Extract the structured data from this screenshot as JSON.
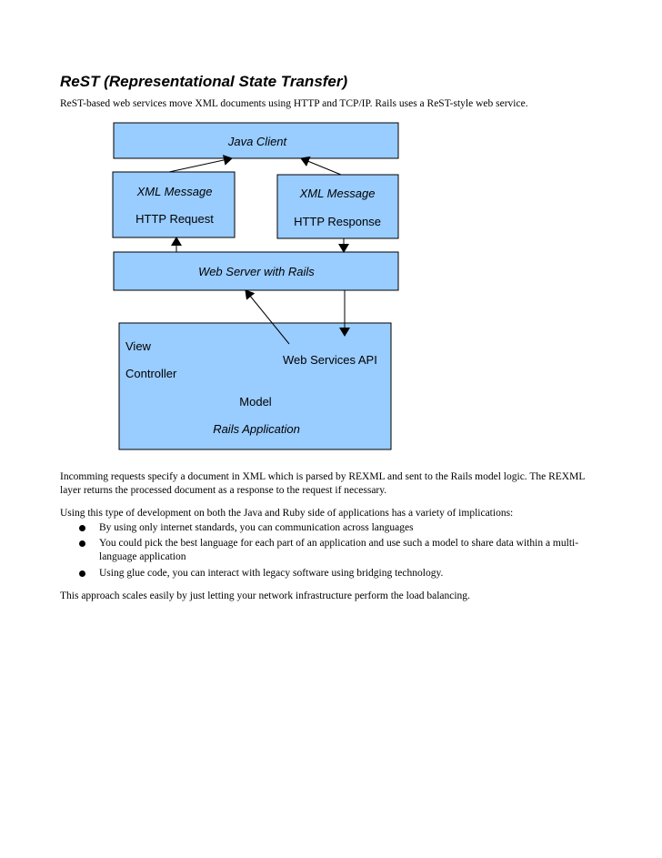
{
  "document": {
    "title": "ReST (Representational State Transfer)",
    "intro": "ReST-based web services move XML documents using HTTP and TCP/IP. Rails uses a ReST-style web service."
  },
  "diagram": {
    "java_client": "Java Client",
    "request_box": {
      "line1": "XML Message",
      "line2": "HTTP Request"
    },
    "response_box": {
      "line1": "XML Message",
      "line2": "HTTP Response"
    },
    "web_server": "Web Server with Rails",
    "rails_app": {
      "view": "View",
      "controller": "Controller",
      "web_services_api": "Web Services API",
      "model": "Model",
      "label": "Rails Application"
    },
    "box_fill": "#99ccff"
  },
  "paragraphs": {
    "p1": "Incomming requests specify a document in XML which is parsed by REXML and sent to the Rails model logic. The REXML layer returns the processed document as a response to the request if necessary.",
    "p2": "Using this type of development on both the Java and Ruby side of applications has a variety of implications:",
    "bullets": [
      "By using only internet standards, you can communication across languages",
      "You could pick the best language for each part of an application and use such a model to share data within a multi-language application",
      "Using glue code, you can interact with legacy software using bridging technology."
    ],
    "p3": "This approach scales easily by just letting your network infrastructure perform the load balancing."
  }
}
